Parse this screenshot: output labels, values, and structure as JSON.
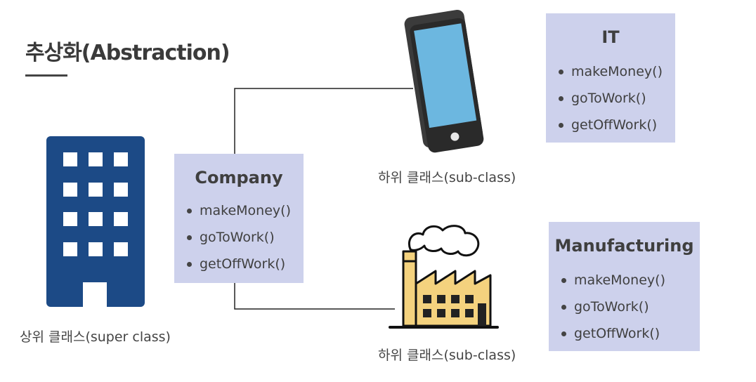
{
  "title": "추상화(Abstraction)",
  "super_caption": "상위 클래스(super class)",
  "sub_caption_it": "하위 클래스(sub-class)",
  "sub_caption_mfg": "하위 클래스(sub-class)",
  "company": {
    "name": "Company",
    "methods": [
      "makeMoney()",
      "goToWork()",
      "getOffWork()"
    ]
  },
  "it": {
    "name": "IT",
    "methods": [
      "makeMoney()",
      "goToWork()",
      "getOffWork()"
    ]
  },
  "manufacturing": {
    "name": "Manufacturing",
    "methods": [
      "makeMoney()",
      "goToWork()",
      "getOffWork()"
    ]
  },
  "colors": {
    "box": "#cdd1ec",
    "building": "#1c4a86",
    "tablet_screen": "#6cb7e0",
    "factory": "#f4d27e"
  }
}
